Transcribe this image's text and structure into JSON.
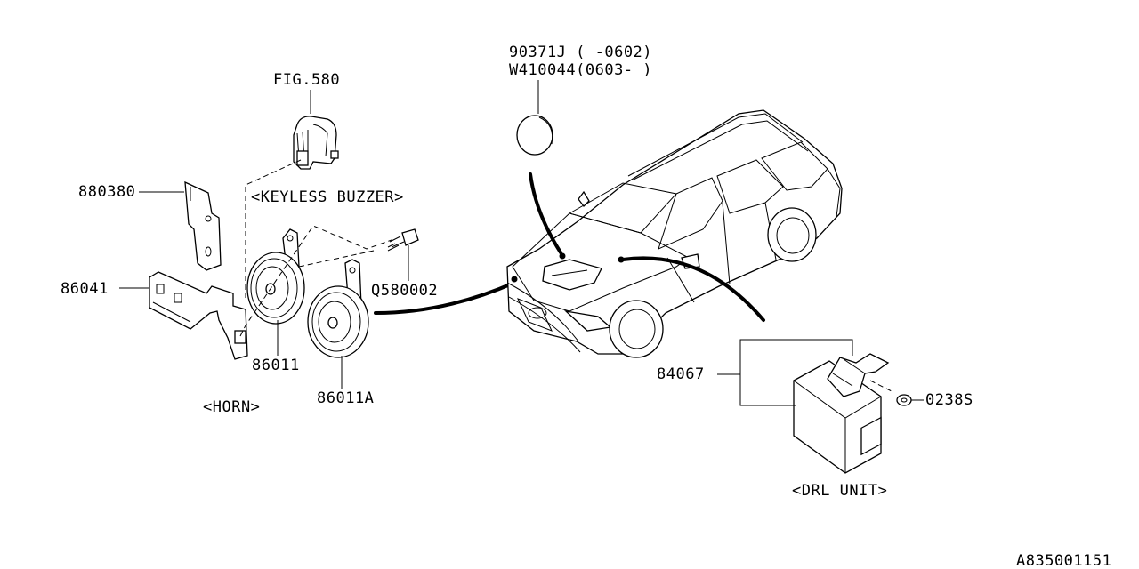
{
  "labels": {
    "fig580": "FIG.580",
    "keyless_buzzer": "<KEYLESS BUZZER>",
    "p880380": "880380",
    "p86041": "86041",
    "q580002": "Q580002",
    "p86011": "86011",
    "p86011a": "86011A",
    "horn": "<HORN>",
    "p90371j": "90371J ( -0602)",
    "w410044": "W410044(0603- )",
    "p84067": "84067",
    "p0238s": "0238S",
    "drl_unit": "<DRL UNIT>",
    "diagram_id": "A835001151"
  }
}
